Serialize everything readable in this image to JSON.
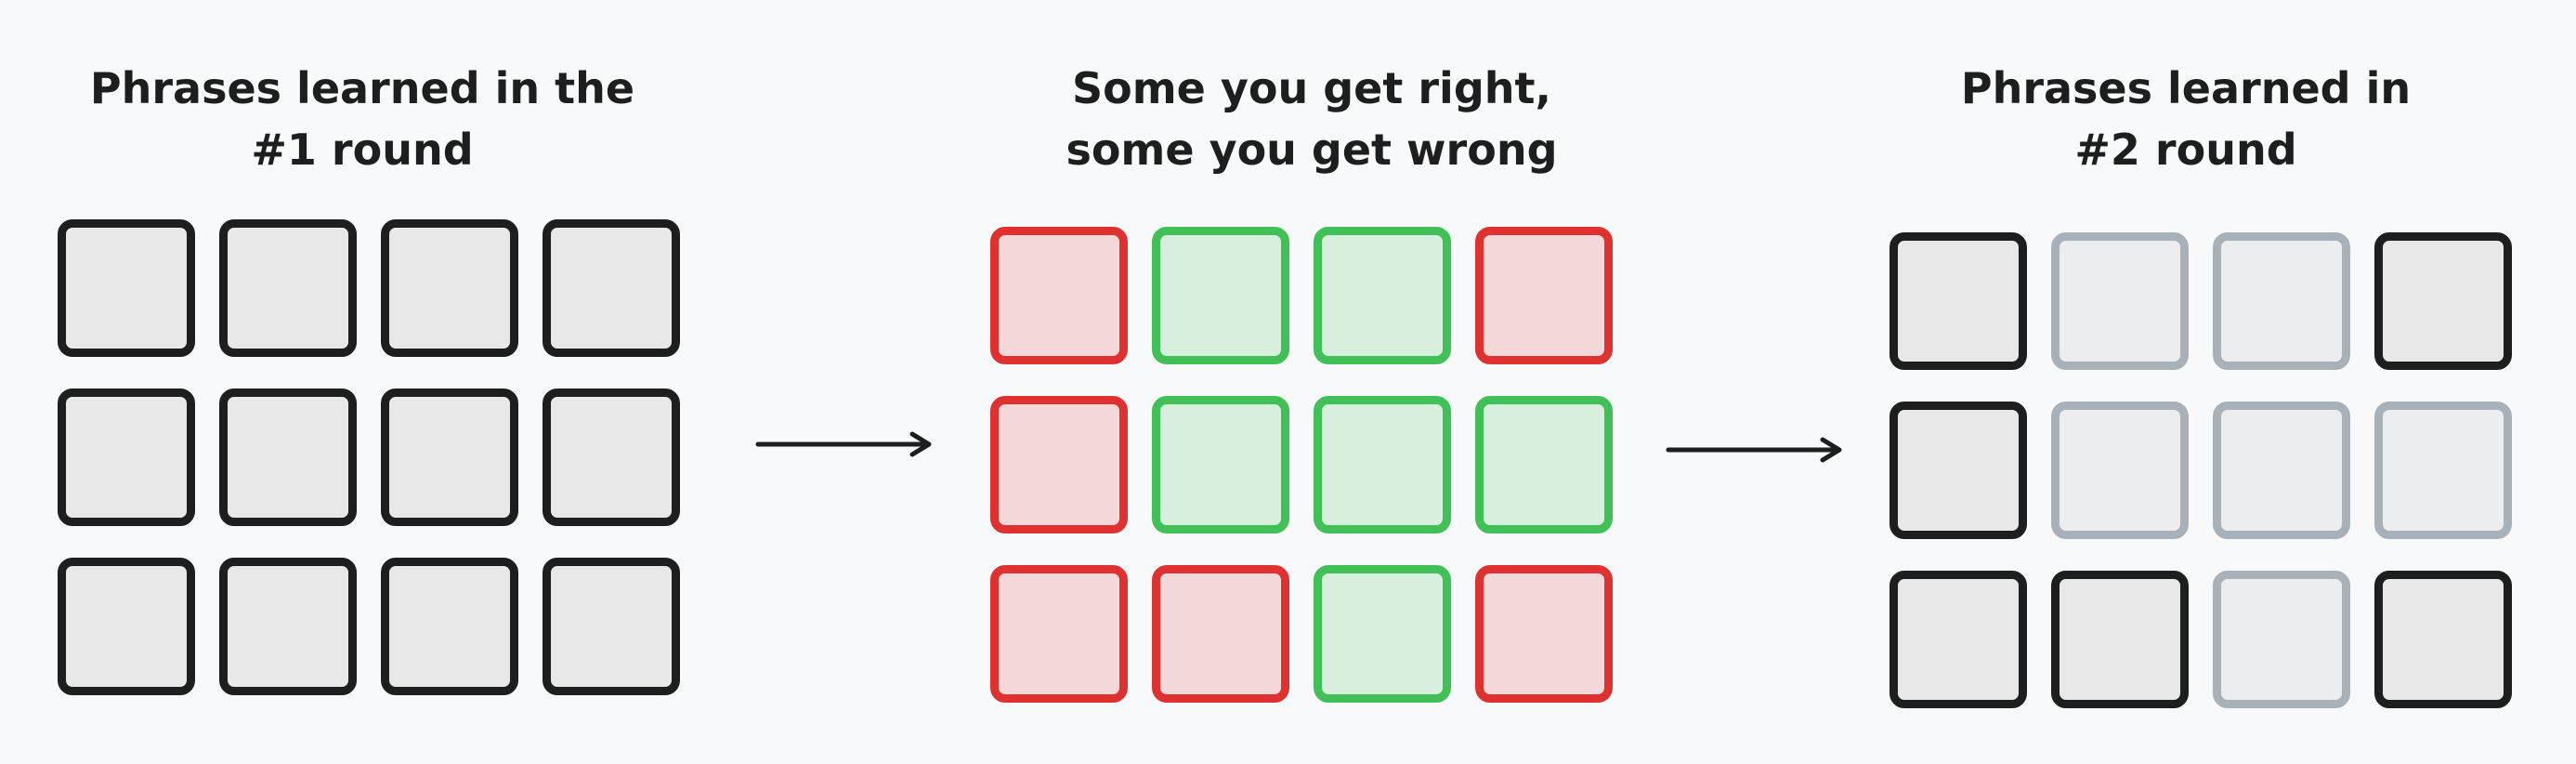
{
  "panels": [
    {
      "title_lines": [
        "Phrases learned in the",
        "#1 round"
      ],
      "cards": [
        "neutral",
        "neutral",
        "neutral",
        "neutral",
        "neutral",
        "neutral",
        "neutral",
        "neutral",
        "neutral",
        "neutral",
        "neutral",
        "neutral"
      ]
    },
    {
      "title_lines": [
        "Some you get right,",
        "some you get wrong"
      ],
      "cards": [
        "wrong",
        "right",
        "right",
        "wrong",
        "wrong",
        "right",
        "right",
        "right",
        "wrong",
        "wrong",
        "right",
        "wrong"
      ]
    },
    {
      "title_lines": [
        "Phrases learned in",
        "#2 round"
      ],
      "cards": [
        "neutral",
        "faded",
        "faded",
        "neutral",
        "neutral",
        "faded",
        "faded",
        "faded",
        "neutral",
        "neutral",
        "faded",
        "neutral"
      ]
    }
  ],
  "colors": {
    "background": "#f8f9fa",
    "text": "#1e1e1e",
    "neutral_fill": "#e8e8e8",
    "neutral_border": "#1e1e1e",
    "wrong_fill": "#f5d9da",
    "wrong_border": "#e03131",
    "right_fill": "#d9efdd",
    "right_border": "#40c057",
    "faded_fill": "#ebedef",
    "faded_border": "#a9b1b8"
  },
  "arrows": [
    "right-arrow-icon",
    "right-arrow-icon"
  ]
}
